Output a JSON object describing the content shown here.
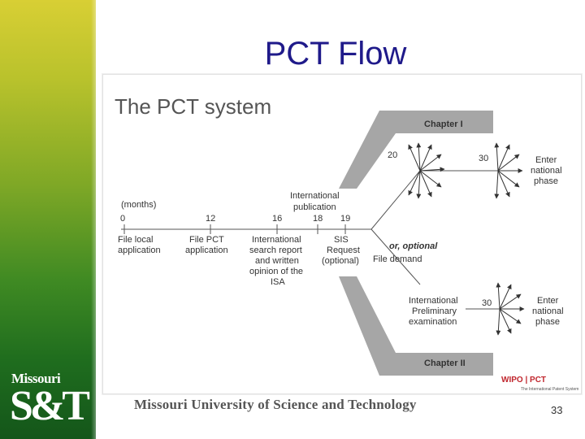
{
  "slide": {
    "title": "PCT Flow",
    "page_number": "33"
  },
  "sidebar": {
    "logo_text_top": "Missouri",
    "logo_text_main": "S&T"
  },
  "banner": {
    "text": "Missouri University of Science and Technology",
    "color": "#555555"
  },
  "figure": {
    "title": "The PCT system",
    "months_label": "(months)",
    "timeline_ticks": [
      "0",
      "12",
      "16",
      "18",
      "19"
    ],
    "international_publication": "International publication",
    "steps": [
      {
        "label_line1": "File local",
        "label_line2": "application"
      },
      {
        "label_line1": "File PCT",
        "label_line2": "application"
      },
      {
        "label_line1": "International",
        "label_line2": "search report",
        "label_line3": "and written",
        "label_line4": "opinion of the",
        "label_line5": "ISA"
      },
      {
        "label_line1": "SIS",
        "label_line2": "Request",
        "label_line3": "(optional)"
      }
    ],
    "or_optional": "or, optional",
    "file_demand": "File demand",
    "chapter_1": "Chapter I",
    "chapter_2": "Chapter II",
    "ch1_month_a": "20",
    "ch1_month_b": "30",
    "ch2_month": "30",
    "enter_national_phase_1": [
      "Enter",
      "national",
      "phase"
    ],
    "enter_national_phase_2": [
      "Enter",
      "national",
      "phase"
    ],
    "ipe": [
      "International",
      "Preliminary",
      "examination"
    ],
    "wipo_logo": "WIPO | PCT",
    "wipo_sub": "The International Patent System",
    "colors": {
      "band": "#a6a6a6",
      "text": "#333333",
      "wipo_red": "#c0262d"
    }
  }
}
